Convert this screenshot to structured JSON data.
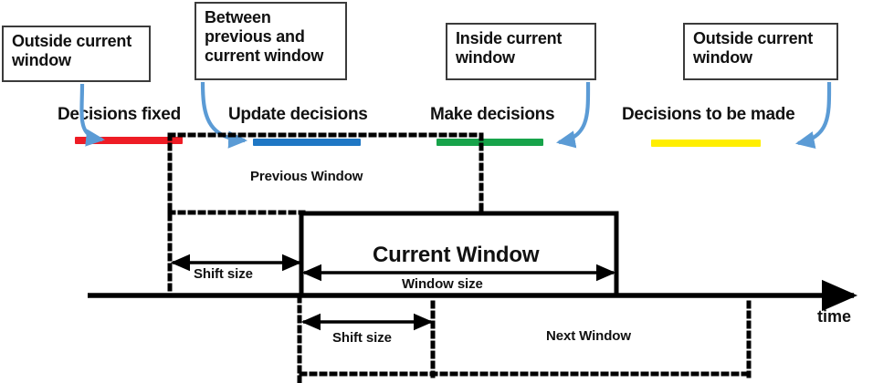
{
  "diagram": {
    "title_concept": "rolling-horizon-window-diagram",
    "axis_label": "time",
    "colors": {
      "fixed": "#ee1c25",
      "update": "#1f77c4",
      "make": "#17a34a",
      "future": "#ffee00",
      "callout_arrow": "#5b9bd5",
      "line": "#000000",
      "box_border": "#3b3b3b"
    }
  },
  "callouts": [
    {
      "id": "callout-outside-left",
      "text": "Outside current window"
    },
    {
      "id": "callout-between",
      "text": "Between previous and current window"
    },
    {
      "id": "callout-inside",
      "text": "Inside current window"
    },
    {
      "id": "callout-outside-right",
      "text": "Outside current window"
    }
  ],
  "segment_labels": [
    {
      "id": "label-decisions-fixed",
      "text": "Decisions fixed"
    },
    {
      "id": "label-update-decisions",
      "text": "Update decisions"
    },
    {
      "id": "label-make-decisions",
      "text": "Make decisions"
    },
    {
      "id": "label-decisions-to-be-made",
      "text": "Decisions to be made"
    }
  ],
  "windows": {
    "previous": "Previous Window",
    "current": "Current Window",
    "next": "Next Window"
  },
  "measures": {
    "shift_size_upper": "Shift size",
    "window_size": "Window size",
    "shift_size_lower": "Shift size"
  },
  "axis": {
    "label": "time"
  }
}
